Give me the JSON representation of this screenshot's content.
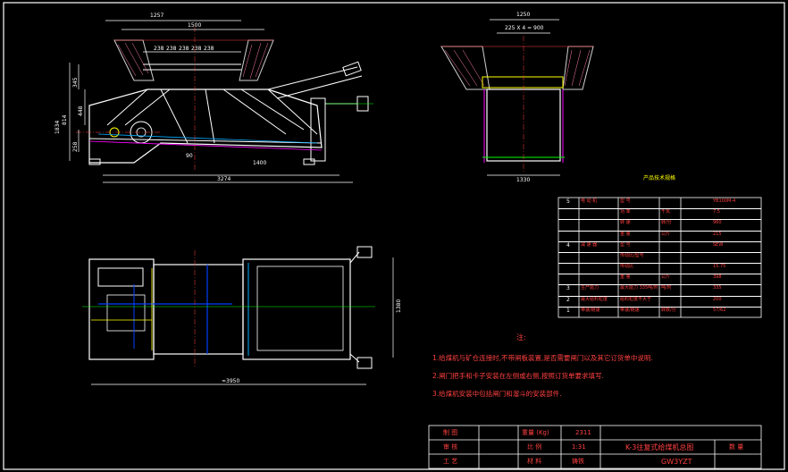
{
  "drawing": {
    "front_view": {
      "dims_top": [
        "1257",
        "1500",
        "238",
        "238",
        "238",
        "238",
        "238"
      ],
      "dims_left": [
        "345",
        "814",
        "448",
        "1834",
        "258"
      ],
      "dims_bottom": [
        "90",
        "1400",
        "3274"
      ]
    },
    "side_view": {
      "dims_top": [
        "1250",
        "225 X 4 = 900"
      ],
      "dim_bottom": "1330"
    },
    "plan_view": {
      "dim_bottom": "≈3950",
      "dim_right": "1380"
    },
    "spec_table": {
      "title": "产品技术规格",
      "rows": [
        {
          "no": "5",
          "name": "电 动 机",
          "sub": "型  号",
          "unit": "",
          "value": "YB100M-4"
        },
        {
          "no": "",
          "name": "",
          "sub": "功  率",
          "unit": "千瓦",
          "value": "7.5"
        },
        {
          "no": "",
          "name": "",
          "sub": "转  速",
          "unit": "转/分",
          "value": "960"
        },
        {
          "no": "",
          "name": "",
          "sub": "重  量",
          "unit": "公斤",
          "value": "215"
        },
        {
          "no": "4",
          "name": "减 速 器",
          "sub": "型  号",
          "unit": "",
          "value": "SEW"
        },
        {
          "no": "",
          "name": "",
          "sub": "传动比/型号",
          "unit": "",
          "value": ""
        },
        {
          "no": "",
          "name": "",
          "sub": "传动比",
          "unit": "",
          "value": "15.75"
        },
        {
          "no": "",
          "name": "",
          "sub": "重  量",
          "unit": "公斤",
          "value": "398"
        },
        {
          "no": "3",
          "name": "生产能力",
          "sub": "最大能力 335吨/时",
          "unit": "吨/时",
          "value": "335"
        },
        {
          "no": "2",
          "name": "最大给料粒度",
          "sub": "给料粒度不大于",
          "unit": "",
          "value": "200"
        },
        {
          "no": "1",
          "name": "带速/链速",
          "sub": "带速/链速",
          "unit": "转数/分",
          "value": "57/62"
        }
      ]
    },
    "notes": {
      "title": "注:",
      "items": [
        "1.给煤机与矿仓连接时,不带闸板装置,是否需要闸门以及其它订货单中说明.",
        "2.闸门把手和卡子安装在左侧或右侧,按照订货单要求填写.",
        "3.给煤机安装中包括闸门和溜斗的安装部件."
      ]
    },
    "title_block": {
      "design_label": "制 图",
      "check_label": "审 核",
      "craft_label": "工 艺",
      "weight_label": "重量 (Kg)",
      "weight_value": "2311",
      "scale_label": "比 例",
      "scale_value": "1:31",
      "material_label": "材 料",
      "material_value": "铸铁",
      "drawing_title": "K-3往复式给煤机总图",
      "code_value": "GW3YZT",
      "qty_label": "数 量"
    }
  }
}
